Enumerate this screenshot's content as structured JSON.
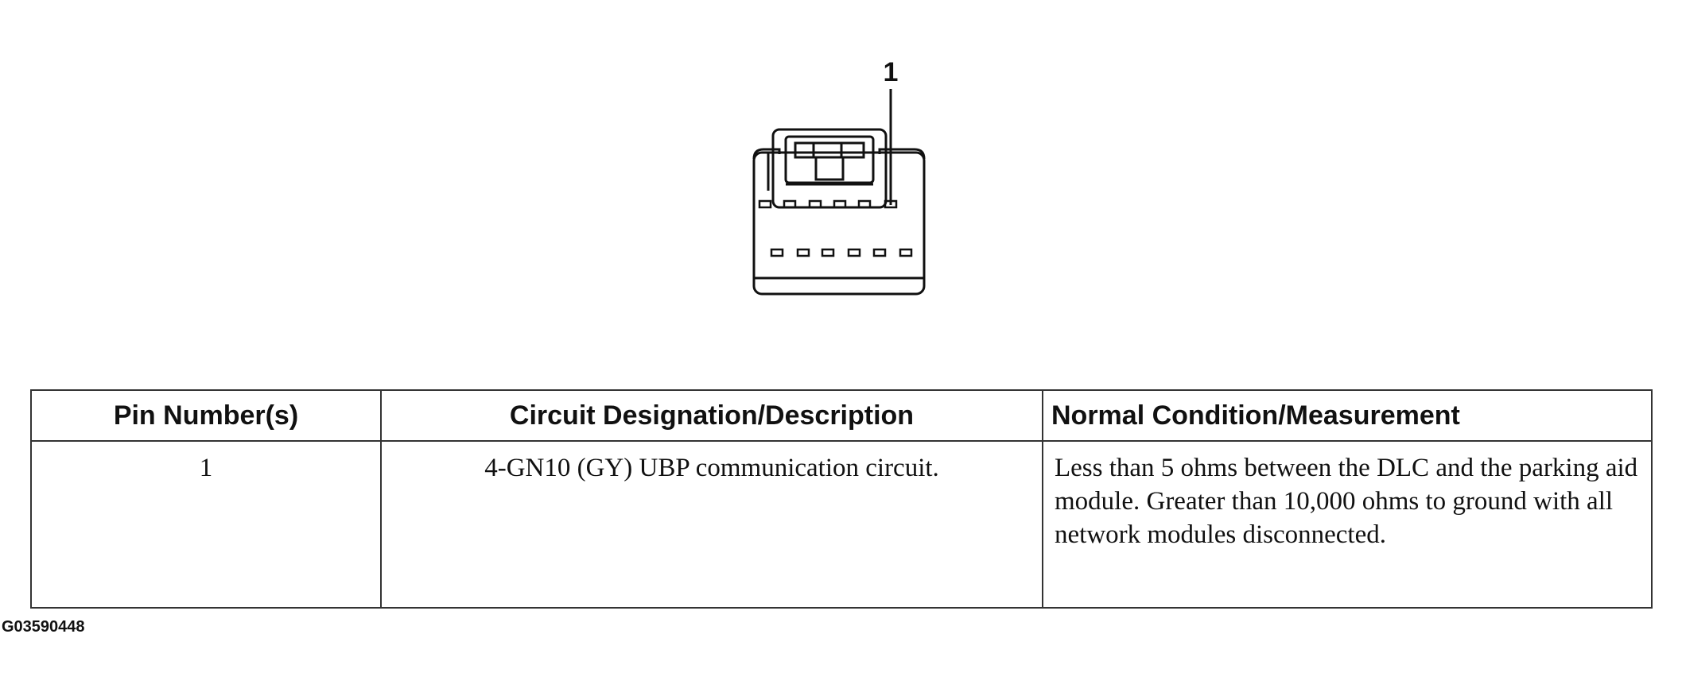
{
  "connector": {
    "callout_label": "1"
  },
  "table": {
    "headers": [
      "Pin Number(s)",
      "Circuit Designation/Description",
      "Normal Condition/Measurement"
    ],
    "rows": [
      [
        "1",
        "4-GN10 (GY) UBP communication circuit.",
        "Less than 5 ohms between the DLC and the parking aid module. Greater than 10,000 ohms to ground with all network modules disconnected."
      ]
    ]
  },
  "figure_id": "G03590448"
}
